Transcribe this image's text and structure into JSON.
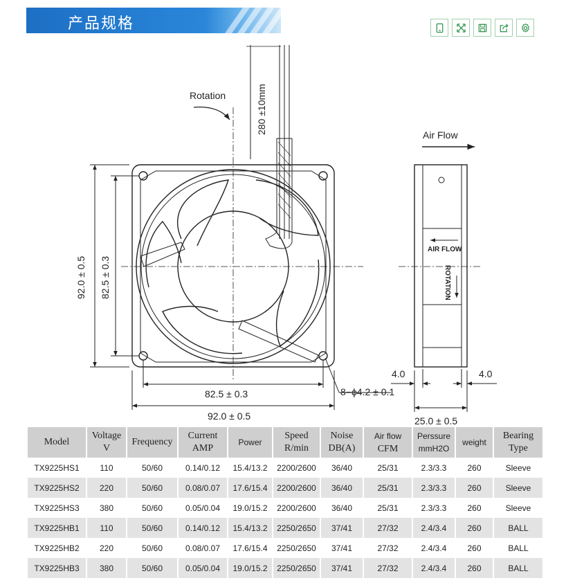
{
  "header": {
    "title": "产品规格"
  },
  "toolbar": [
    {
      "name": "tablet-icon"
    },
    {
      "name": "expand-icon"
    },
    {
      "name": "save-icon"
    },
    {
      "name": "share-icon"
    },
    {
      "name": "settings-icon"
    }
  ],
  "drawing": {
    "rotation_label": "Rotation",
    "cable_length": "280 ±10mm",
    "airflow_label": "Air Flow",
    "outer_size_h": "92.0 ± 0.5",
    "outer_size_v": "92.0 ± 0.5",
    "hole_spacing_h": "82.5 ± 0.3",
    "hole_spacing_v": "82.5 ± 0.3",
    "holes": "8−ϕ4.2 ± 0.1",
    "depth": "25.0 ± 0.5",
    "flange_left": "4.0",
    "flange_right": "4.0",
    "side_airflow": "AIR FLOW",
    "side_rotation": "ROTATION"
  },
  "table": {
    "headers": [
      {
        "l1": "Model",
        "l2": ""
      },
      {
        "l1": "Voltage",
        "l2": "V"
      },
      {
        "l1": "Frequency",
        "l2": ""
      },
      {
        "l1": "Current",
        "l2": "AMP"
      },
      {
        "l1": "Power",
        "l2": ""
      },
      {
        "l1": "Speed",
        "l2": "R/min"
      },
      {
        "l1": "Noise",
        "l2": "DB(A)"
      },
      {
        "l1": "Air flow",
        "l2": "CFM"
      },
      {
        "l1": "Perssure",
        "l2": "mmH2O"
      },
      {
        "l1": "weight",
        "l2": ""
      },
      {
        "l1": "Bearing",
        "l2": "Type"
      }
    ],
    "rows": [
      [
        "TX9225HS1",
        "110",
        "50/60",
        "0.14/0.12",
        "15.4/13.2",
        "2200/2600",
        "36/40",
        "25/31",
        "2.3/3.3",
        "260",
        "Sleeve"
      ],
      [
        "TX9225HS2",
        "220",
        "50/60",
        "0.08/0.07",
        "17.6/15.4",
        "2200/2600",
        "36/40",
        "25/31",
        "2.3/3.3",
        "260",
        "Sleeve"
      ],
      [
        "TX9225HS3",
        "380",
        "50/60",
        "0.05/0.04",
        "19.0/15.2",
        "2200/2600",
        "36/40",
        "25/31",
        "2.3/3.3",
        "260",
        "Sleeve"
      ],
      [
        "TX9225HB1",
        "110",
        "50/60",
        "0.14/0.12",
        "15.4/13.2",
        "2250/2650",
        "37/41",
        "27/32",
        "2.4/3.4",
        "260",
        "BALL"
      ],
      [
        "TX9225HB2",
        "220",
        "50/60",
        "0.08/0.07",
        "17.6/15.4",
        "2250/2650",
        "37/41",
        "27/32",
        "2.4/3.4",
        "260",
        "BALL"
      ],
      [
        "TX9225HB3",
        "380",
        "50/60",
        "0.05/0.04",
        "19.0/15.2",
        "2250/2650",
        "37/41",
        "27/32",
        "2.4/3.4",
        "260",
        "BALL"
      ]
    ]
  }
}
